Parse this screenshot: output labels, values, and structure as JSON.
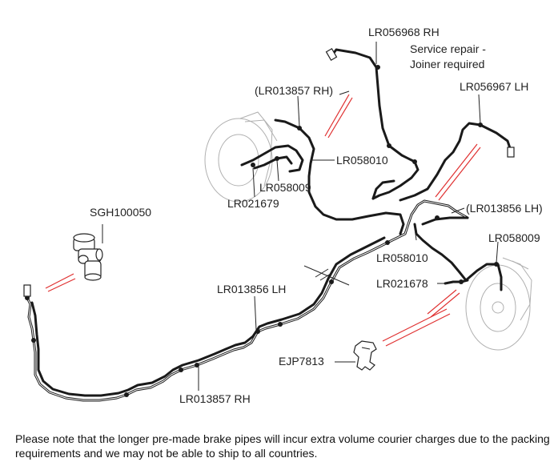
{
  "labels": {
    "lr056968": "LR056968 RH",
    "service_line1": "Service repair -",
    "service_line2": "Joiner required",
    "lr056967": "LR056967 LH",
    "lr013857_rh_paren": "(LR013857 RH)",
    "lr058010_top": "LR058010",
    "lr058009_left": "LR058009",
    "lr021679": "LR021679",
    "sgh100050": "SGH100050",
    "lr013856_lh_paren": "(LR013856 LH)",
    "lr058009_right": "LR058009",
    "lr058010_mid": "LR058010",
    "lr021678": "LR021678",
    "lr013856_lh": "LR013856 LH",
    "ejp7813": "EJP7813",
    "lr013857_rh": "LR013857 RH"
  },
  "note": "Please note that the longer pre-made brake pipes will incur extra volume courier charges due to the packing requirements and we may not be able to ship to all countries.",
  "colors": {
    "pipe": "#1a1a1a",
    "pointer": "#e03030",
    "ghost_outline": "#b0b0b0"
  }
}
